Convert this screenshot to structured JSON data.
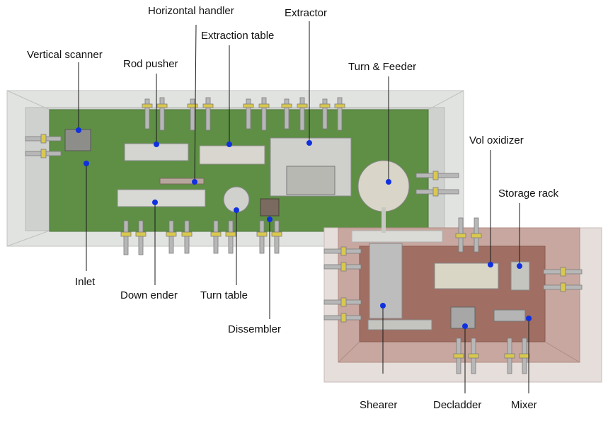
{
  "colors": {
    "main_floor": "#5e8f45",
    "main_enclosure": "#d7d9d6",
    "hot_cell_floor": "#a06e62",
    "hot_cell_enclosure": "#c9aaa2",
    "leader": "#1a1a1a",
    "marker": "#1030e0"
  },
  "labels": {
    "horizontal_handler": "Horizontal handler",
    "extractor": "Extractor",
    "extraction_table": "Extraction table",
    "vertical_scanner": "Vertical scanner",
    "rod_pusher": "Rod pusher",
    "turn_feeder": "Turn & Feeder",
    "vol_oxidizer": "Vol oxidizer",
    "storage_rack": "Storage rack",
    "inlet": "Inlet",
    "down_ender": "Down ender",
    "turn_table": "Turn table",
    "dissembler": "Dissembler",
    "shearer": "Shearer",
    "decladder": "Decladder",
    "mixer": "Mixer"
  }
}
